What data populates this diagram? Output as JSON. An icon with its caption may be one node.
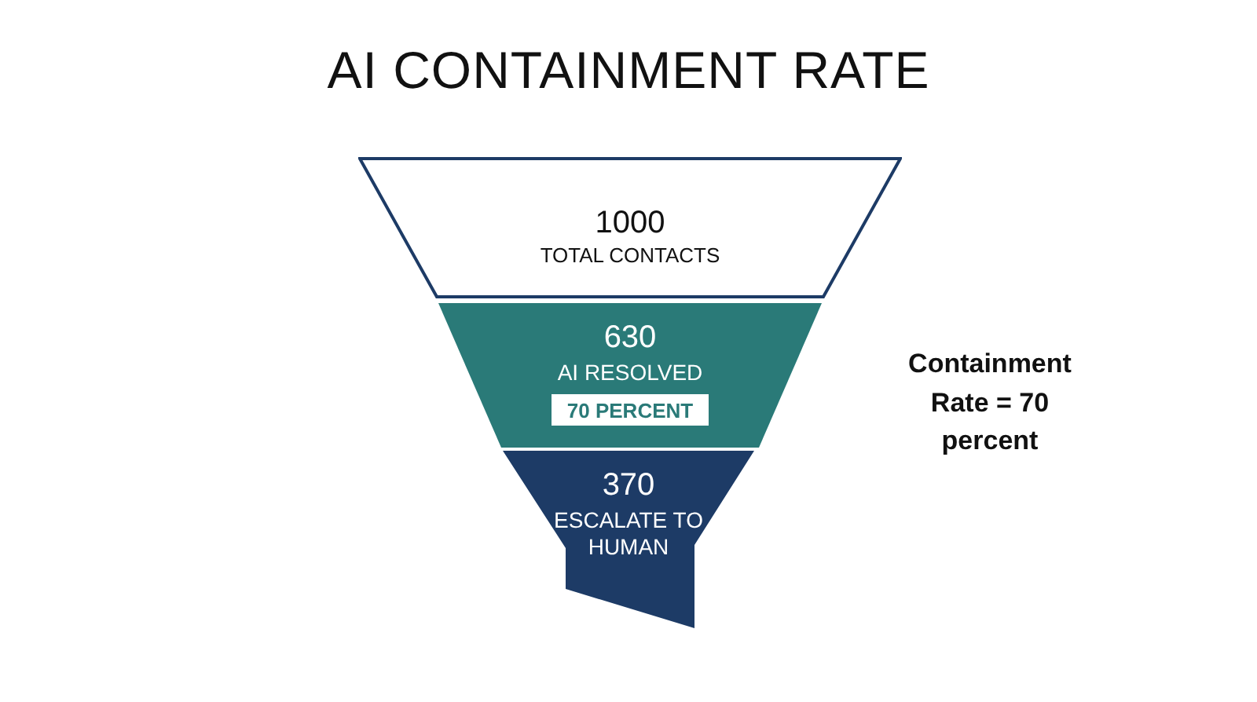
{
  "diagram": {
    "title": "AI CONTAINMENT RATE",
    "nodes": [
      {
        "text": [
          "1000",
          "TOTAL CONTACTS"
        ]
      },
      {
        "text": [
          "630",
          "AI RESOLVED"
        ]
      },
      {
        "text": [
          "70 PERCENT"
        ],
        "in": 1
      },
      {
        "text": [
          "370",
          "ESCALATE TO HUMAN"
        ]
      }
    ],
    "labels": [
      "Containment Rate = 70 percent"
    ]
  }
}
